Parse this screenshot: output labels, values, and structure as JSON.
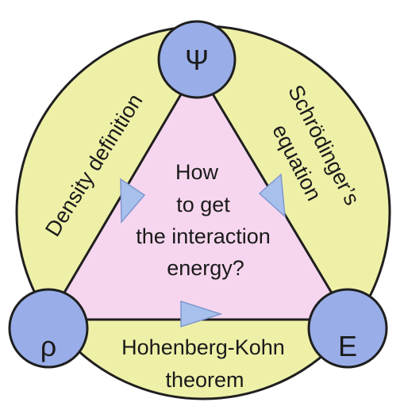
{
  "diagram": {
    "center_question": [
      "How",
      "to get",
      "the interaction",
      "energy?"
    ],
    "nodes": {
      "top": "Ψ",
      "left": "ρ",
      "right": "E"
    },
    "edges": {
      "left": "Density definition",
      "right_line1": "Schrödinger’s",
      "right_line2": "equation",
      "bottom_line1": "Hohenberg-Kohn",
      "bottom_line2": "theorem"
    },
    "colors": {
      "outer_circle": "#eef0a8",
      "triangle": "#f6d6ef",
      "node_fill": "#99aee8",
      "arrow": "#a8c0ec",
      "stroke": "#1f1f1f"
    }
  }
}
